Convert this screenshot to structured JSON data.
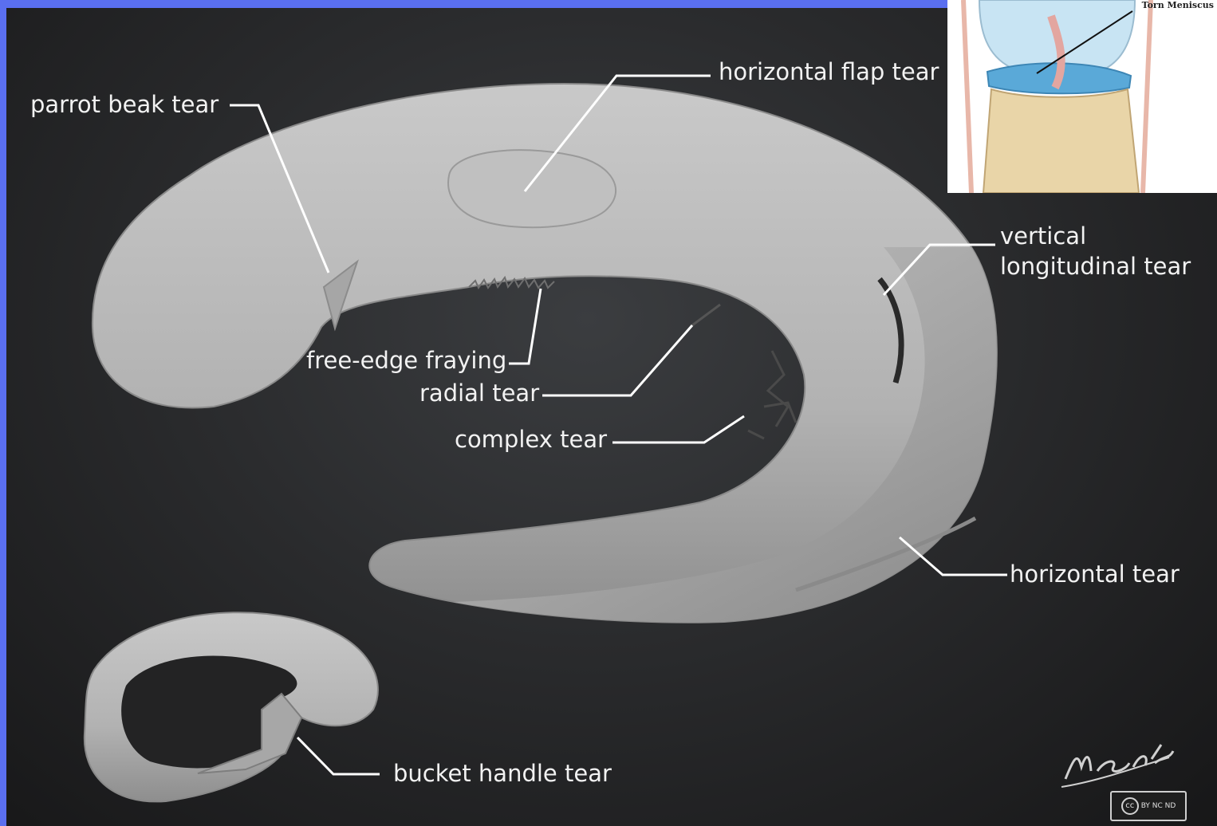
{
  "labels": {
    "horizontal_flap_tear": "horizontal flap tear",
    "parrot_beak_tear": "parrot beak tear",
    "vertical_longitudinal_tear_line1": "vertical",
    "vertical_longitudinal_tear_line2": "longitudinal tear",
    "free_edge_fraying": "free-edge fraying",
    "radial_tear": "radial tear",
    "complex_tear": "complex tear",
    "horizontal_tear": "horizontal tear",
    "bucket_handle_tear": "bucket handle tear"
  },
  "inset": {
    "caption": "Torn Meniscus"
  },
  "signature": {
    "text": "M. Skalski"
  },
  "license": {
    "badge": "cc",
    "terms": "BY NC ND"
  },
  "colors": {
    "frame": "#5a6ff0",
    "background": "#222325",
    "meniscus": "#b9b9b9",
    "leader_lines": "#ffffff"
  }
}
